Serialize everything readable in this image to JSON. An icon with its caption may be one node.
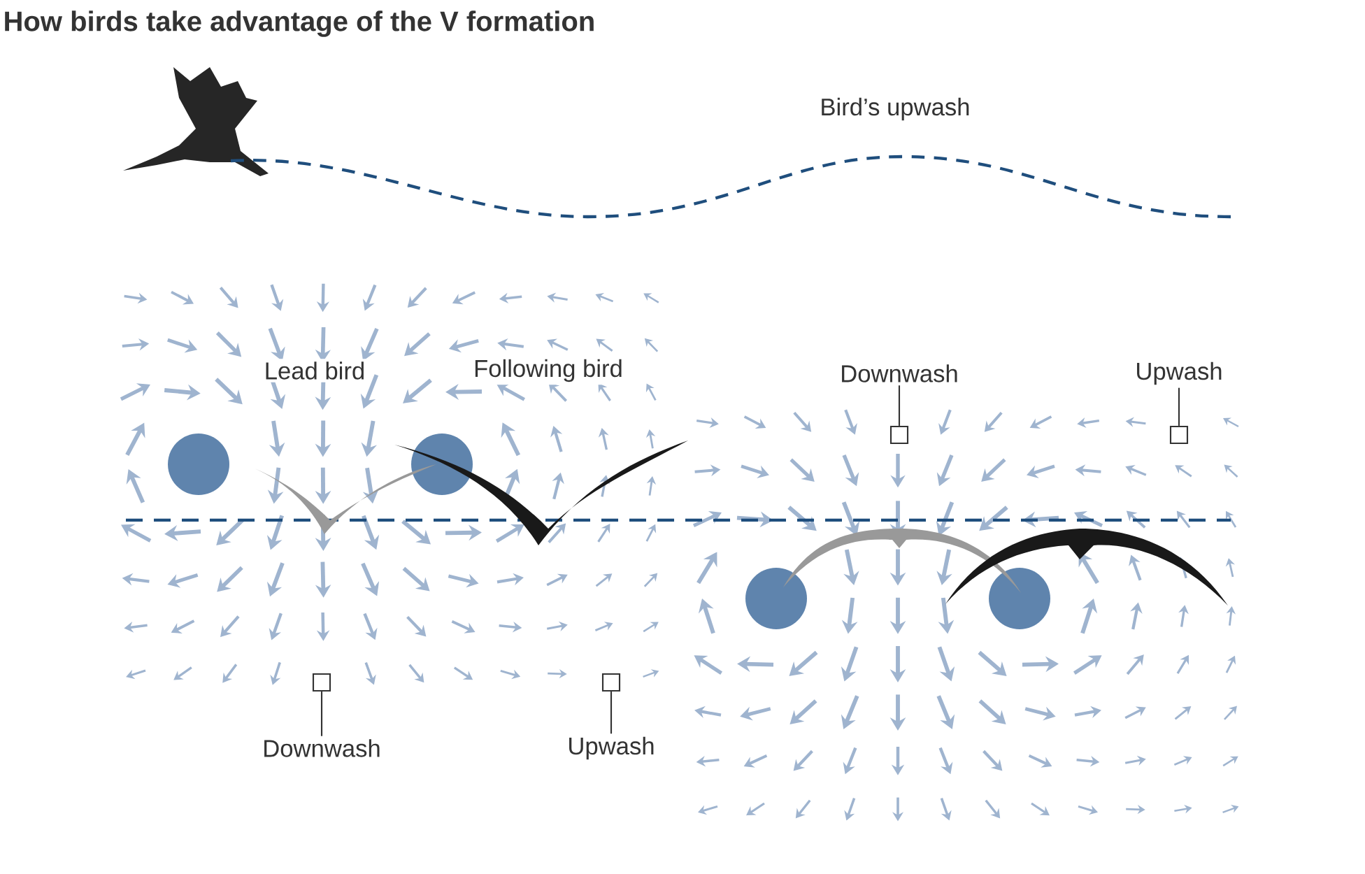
{
  "diagram": {
    "title": "How birds take advantage of the V formation",
    "nodes": [
      {
        "text": [
          "Downwash"
        ]
      },
      {
        "text": [],
        "shape": "box"
      },
      {
        "text": [
          "Upwash"
        ]
      },
      {
        "text": [],
        "shape": "box"
      },
      {
        "text": [
          "Downwash"
        ]
      },
      {
        "text": [],
        "shape": "box"
      },
      {
        "text": [
          "Upwash"
        ]
      },
      {
        "text": [],
        "shape": "box"
      }
    ],
    "edges": [
      {
        "from": 0,
        "to": 1,
        "arrow": "none"
      },
      {
        "from": 2,
        "to": 3,
        "arrow": "none"
      },
      {
        "from": 4,
        "to": 5,
        "arrow": "none"
      },
      {
        "from": 6,
        "to": 7,
        "arrow": "none"
      }
    ],
    "labels": [
      "Bird’s upwash",
      "Lead bird",
      "Following bird"
    ]
  }
}
